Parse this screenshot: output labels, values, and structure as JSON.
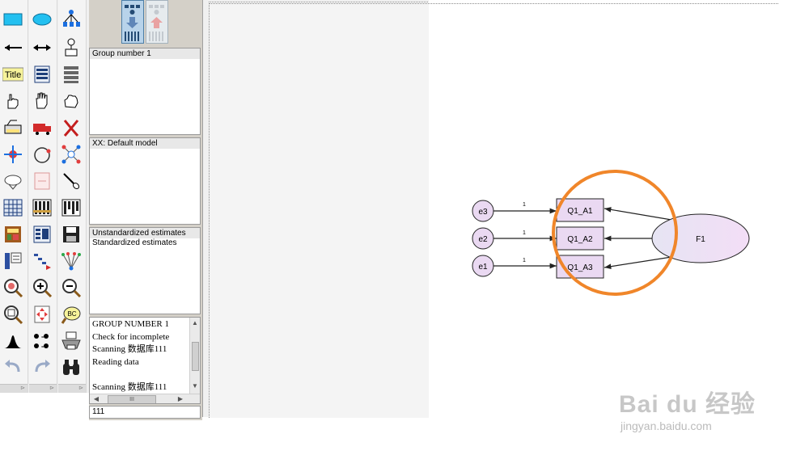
{
  "colors": {
    "accent": "#f0862a",
    "node_fill": "#ead9f2",
    "latent_fill_start": "#f3def6",
    "latent_fill_end": "#e8e6f3",
    "line": "#222222"
  },
  "toolbox": {
    "col1": [
      "rectangle-icon",
      "single-arrow-icon",
      "title-icon",
      "hand-point-icon",
      "scanner-icon",
      "move-node-icon",
      "ellipse-outline-icon",
      "table-grid-icon",
      "calculate-icon",
      "parameter-icon",
      "magnify-custom-icon",
      "copy-page-icon",
      "histogram-icon",
      "undo-icon"
    ],
    "col2": [
      "ellipse-icon",
      "double-arrow-icon",
      "variable-list-icon",
      "hand-open-icon",
      "truck-icon",
      "rotate-icon",
      "reflect-icon",
      "data-table-icon",
      "list-view-icon",
      "reorder-icon",
      "zoom-in-icon",
      "fit-page-icon",
      "compare-models-icon",
      "redo-icon"
    ],
    "col3": [
      "indicator-icon",
      "unique-variable-icon",
      "dataset-list-icon",
      "hand-grab-icon",
      "delete-icon",
      "network-icon",
      "brush-icon",
      "bars-icon",
      "save-icon",
      "fan-icon",
      "zoom-out-icon",
      "bcd-icon",
      "printer-icon",
      "binoculars-icon"
    ]
  },
  "panels": {
    "groups": {
      "items": [
        "Group number 1"
      ]
    },
    "models": {
      "items": [
        "XX: Default model"
      ]
    },
    "estimates": {
      "items": [
        "Unstandardized estimates",
        "Standardized estimates"
      ]
    },
    "messages": {
      "lines": [
        "GROUP NUMBER 1",
        "Check for incomplete",
        "Scanning 数据库111",
        "Reading data",
        "",
        "Scanning 数据库111"
      ],
      "hscroll_label": "III"
    },
    "file_name": "111"
  },
  "diagram": {
    "errors": [
      "e3",
      "e2",
      "e1"
    ],
    "observed": [
      "Q1_A1",
      "Q1_A2",
      "Q1_A3"
    ],
    "latent": "F1",
    "path_labels": [
      "1",
      "1",
      "1"
    ]
  },
  "watermark": {
    "logo": "Bai du 经验",
    "url": "jingyan.baidu.com"
  }
}
